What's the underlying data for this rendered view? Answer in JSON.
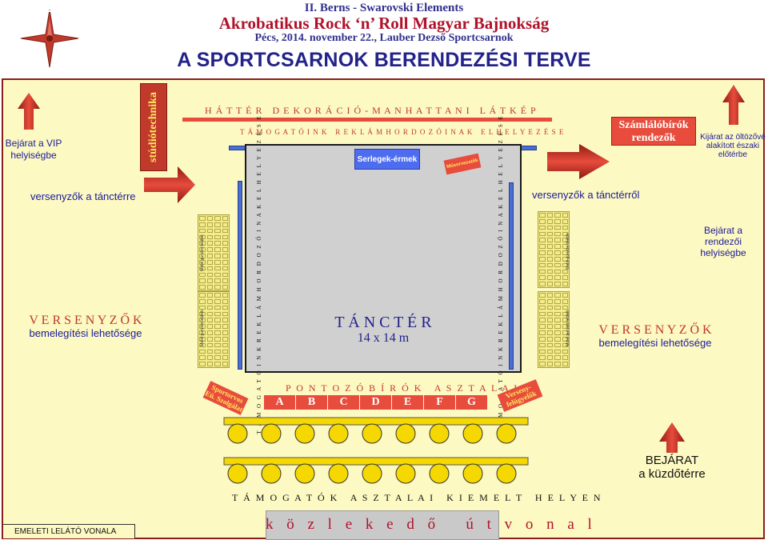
{
  "header": {
    "line1": "II. Berns - Swarovski Elements",
    "line2": "Akrobatikus Rock ‘n’ Roll Magyar Bajnokság",
    "line3": "Pécs, 2014. november 22., Lauber Dezső Sportcsarnok",
    "title": "A SPORTCSARNOK BERENDEZÉSI TERVE"
  },
  "compass_label": "É",
  "studio_label": "stúdiótechnika",
  "backdrop_label": "H Á T T É R   D E K O R Á C I Ó - M A N H A T T A N I   L Á T K É P",
  "sponsor_top_label": "T Á M O G A T Ó I N K   R E K L Á M H O R D O Z Ó I N A K   E L H E L Y E Z É S E",
  "sponsor_side_label": "T Á M O G A T Ó I N K   R E K L Á M H O R D O Z Ó I N A K   E L H E L Y E Z É S E",
  "trophy_label": "Serlegek-érmek",
  "music_label": "Műsorvezetők",
  "counter_label": "Számlálóbírók rendezők",
  "entrances": {
    "vip": "Bejárat a VIP helyiségbe",
    "locker": "Kijárat az öltözővé alakított északi előtérbe",
    "organizer": "Bejárat a rendezői helyiségbe",
    "main": "BEJÁRAT",
    "main_sub": "a küzdőtérre"
  },
  "flow": {
    "to_floor": "versenyzők a tánctérre",
    "from_floor": "versenyzők a tánctérről"
  },
  "warmup": {
    "title": "V E R S E N Y Z Ő K",
    "subtitle": "bemelegítési lehetősége"
  },
  "mobile_bleacher_label": "Mobil gurulós lelátók",
  "dance_floor": {
    "title": "T Á N C T É R",
    "size": "14 x 14 m"
  },
  "judges_title": "P O N T O Z Ó B Í R Ó K   A S Z T A L A I",
  "judges": [
    "A",
    "B",
    "C",
    "D",
    "E",
    "F",
    "G"
  ],
  "doctor_label": "Sportorvos Eü. Szolgálat",
  "supervisor_label": "Verseny-felügyelők",
  "sponsor_tables_label": "T Á M O G A T Ó K   A S Z T A L A I   K I E M E L T   H E L Y E N",
  "walkway_label": "k ö z l e k e d ő   ú t v o n a l",
  "upper_line_label": "EMELETI LELÁTÓ VONALA",
  "colors": {
    "hall_background": "#fdf9c2",
    "accent_red": "#c0392b",
    "sponsor_blue": "#4a6ed4",
    "table_yellow": "#f5d800",
    "title_navy": "#22228a"
  }
}
